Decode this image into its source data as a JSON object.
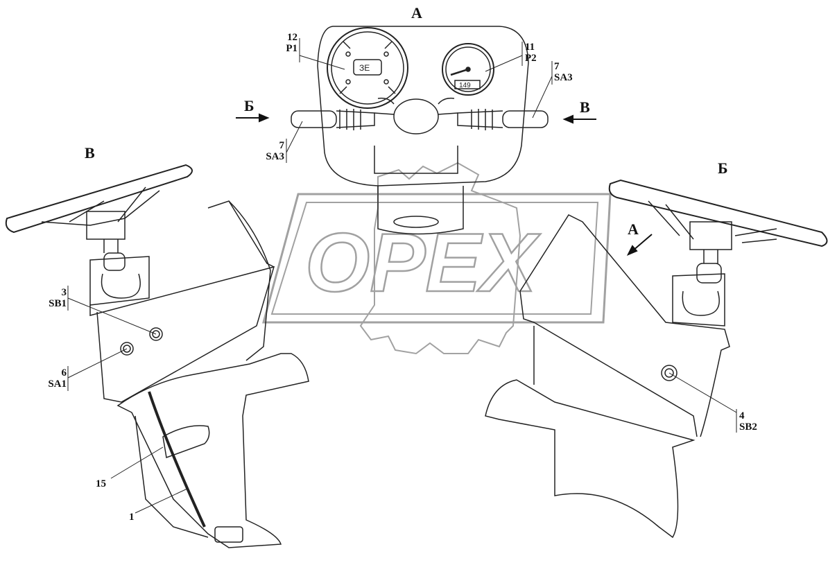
{
  "views": {
    "a_top": "А",
    "b_left_arrow": "Б",
    "v_right_arrow": "В",
    "v_left_view": "В",
    "b_right_view": "Б",
    "a_right_arrow": "А"
  },
  "callouts": {
    "p1": {
      "num": "12",
      "code": "P1"
    },
    "p2": {
      "num": "11",
      "code": "P2"
    },
    "sa3_right": {
      "num": "7",
      "code": "SA3"
    },
    "sa3_left": {
      "num": "7",
      "code": "SA3"
    },
    "sb1": {
      "num": "3",
      "code": "SB1"
    },
    "sa1": {
      "num": "6",
      "code": "SA1"
    },
    "sb2": {
      "num": "4",
      "code": "SB2"
    },
    "item15": "15",
    "item1": "1"
  },
  "gauge": {
    "odometer": "149"
  },
  "watermark": "OPEX"
}
